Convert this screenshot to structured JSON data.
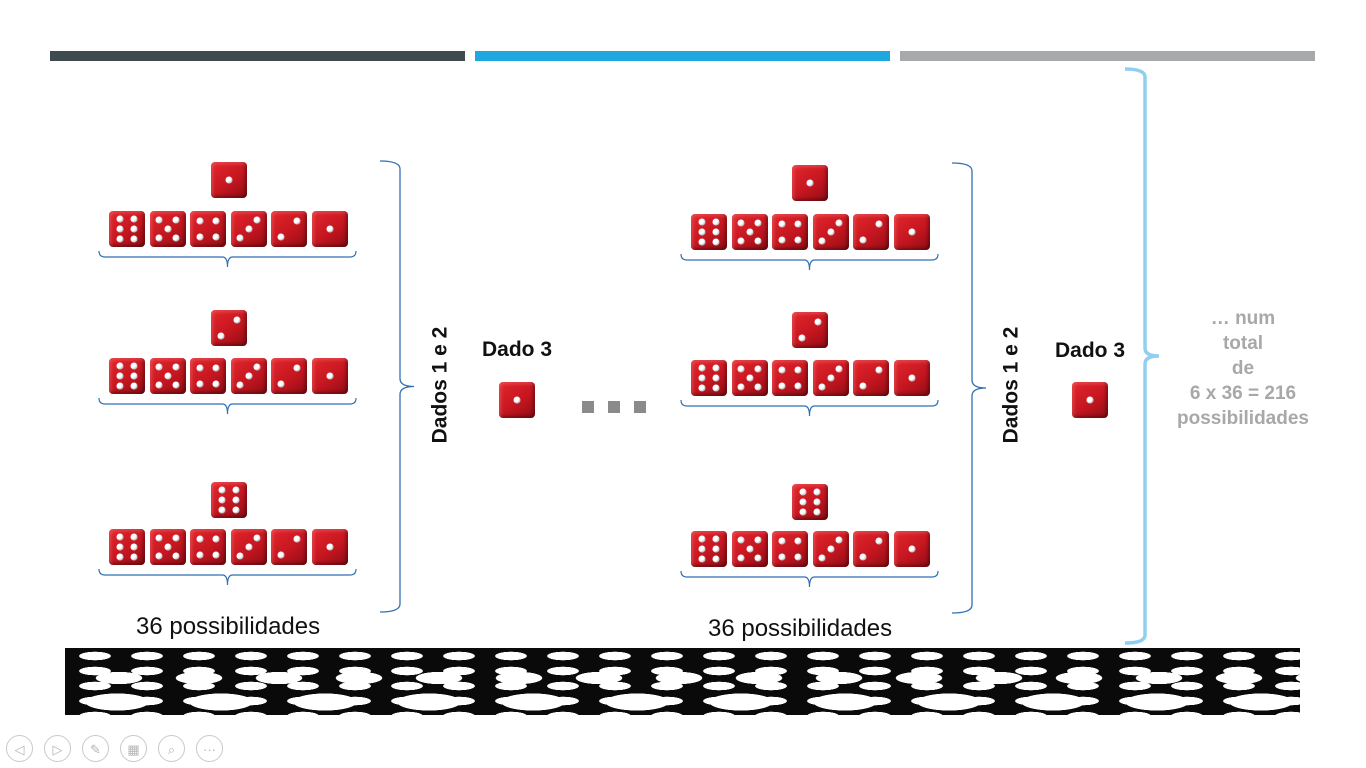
{
  "slide": {
    "bars": [
      "#3f4a4e",
      "#1fa8df",
      "#a7a9ab"
    ],
    "group1": {
      "rows": [
        {
          "top_die": 1,
          "row_dice": [
            6,
            5,
            4,
            3,
            2,
            1
          ]
        },
        {
          "top_die": 2,
          "row_dice": [
            6,
            5,
            4,
            3,
            2,
            1
          ]
        },
        {
          "top_die": 6,
          "row_dice": [
            6,
            5,
            4,
            3,
            2,
            1
          ]
        }
      ],
      "caption": "36 possibilidades",
      "side_label": "Dados 1 e 2"
    },
    "group2": {
      "rows": [
        {
          "top_die": 1,
          "row_dice": [
            6,
            5,
            4,
            3,
            2,
            1
          ]
        },
        {
          "top_die": 2,
          "row_dice": [
            6,
            5,
            4,
            3,
            2,
            1
          ]
        },
        {
          "top_die": 6,
          "row_dice": [
            6,
            5,
            4,
            3,
            2,
            1
          ]
        }
      ],
      "caption": "36 possibilidades",
      "side_label": "Dados 1 e 2"
    },
    "dado3_left": {
      "label": "Dado 3",
      "face": 1
    },
    "dado3_right": {
      "label": "Dado 3",
      "face": 1
    },
    "total_lines": [
      "… num",
      "total",
      "de",
      "6 x 36 = 216",
      "possibilidades"
    ],
    "accent_bracket_color": "#8fd0f0",
    "die_color": "#d01c24"
  },
  "controls": [
    {
      "name": "previous-slide-icon",
      "glyph": "◁"
    },
    {
      "name": "next-slide-icon",
      "glyph": "▷"
    },
    {
      "name": "pen-icon",
      "glyph": "✎"
    },
    {
      "name": "slides-grid-icon",
      "glyph": "▦"
    },
    {
      "name": "zoom-icon",
      "glyph": "⌕"
    },
    {
      "name": "more-options-icon",
      "glyph": "···"
    }
  ]
}
